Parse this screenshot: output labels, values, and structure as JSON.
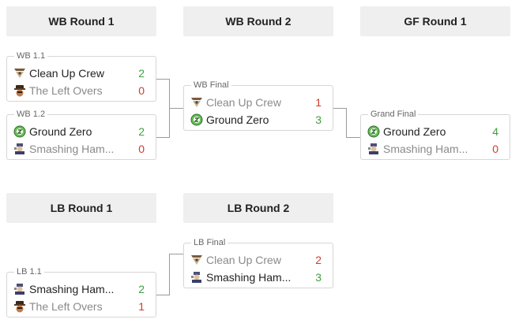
{
  "rounds": {
    "wb1": "WB Round 1",
    "wb2": "WB Round 2",
    "gf1": "GF Round 1",
    "lb1": "LB Round 1",
    "lb2": "LB Round 2"
  },
  "matches": {
    "wb11": {
      "label": "WB 1.1",
      "teams": [
        {
          "name": "Clean Up Crew",
          "score": "2",
          "icon": "clean-up-crew-logo",
          "result": "win"
        },
        {
          "name": "The Left Overs",
          "score": "0",
          "icon": "left-overs-logo",
          "result": "loss"
        }
      ]
    },
    "wb12": {
      "label": "WB 1.2",
      "teams": [
        {
          "name": "Ground Zero",
          "score": "2",
          "icon": "ground-zero-logo",
          "result": "win"
        },
        {
          "name": "Smashing Ham...",
          "score": "0",
          "icon": "smashing-ham-logo",
          "result": "loss"
        }
      ]
    },
    "wbf": {
      "label": "WB Final",
      "teams": [
        {
          "name": "Clean Up Crew",
          "score": "1",
          "icon": "clean-up-crew-logo",
          "result": "loss"
        },
        {
          "name": "Ground Zero",
          "score": "3",
          "icon": "ground-zero-logo",
          "result": "win"
        }
      ]
    },
    "gf": {
      "label": "Grand Final",
      "teams": [
        {
          "name": "Ground Zero",
          "score": "4",
          "icon": "ground-zero-logo",
          "result": "win"
        },
        {
          "name": "Smashing Ham...",
          "score": "0",
          "icon": "smashing-ham-logo",
          "result": "loss"
        }
      ]
    },
    "lbf": {
      "label": "LB Final",
      "teams": [
        {
          "name": "Clean Up Crew",
          "score": "2",
          "icon": "clean-up-crew-logo",
          "result": "loss"
        },
        {
          "name": "Smashing Ham...",
          "score": "3",
          "icon": "smashing-ham-logo",
          "result": "win"
        }
      ]
    },
    "lb11": {
      "label": "LB 1.1",
      "teams": [
        {
          "name": "Smashing Ham...",
          "score": "2",
          "icon": "smashing-ham-logo",
          "result": "win"
        },
        {
          "name": "The Left Overs",
          "score": "1",
          "icon": "left-overs-logo",
          "result": "loss"
        }
      ]
    }
  },
  "colors": {
    "win_score": "#3f9f3f",
    "loss_score": "#d23a2a",
    "header_bg": "#efefef"
  }
}
